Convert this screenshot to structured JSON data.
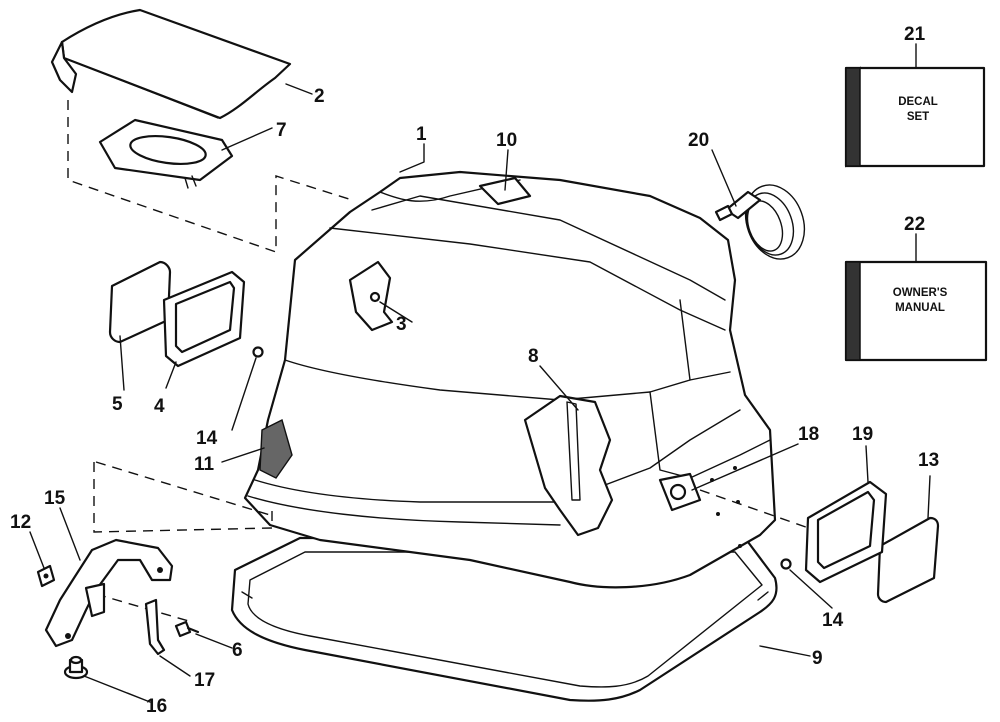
{
  "boxes": {
    "decal_line1": "DECAL",
    "decal_line2": "SET",
    "manual_line1": "OWNER'S",
    "manual_line2": "MANUAL"
  },
  "callouts": {
    "c1": "1",
    "c2": "2",
    "c3": "3",
    "c4": "4",
    "c5": "5",
    "c6": "6",
    "c7": "7",
    "c8": "8",
    "c9": "9",
    "c10": "10",
    "c11": "11",
    "c12": "12",
    "c13": "13",
    "c14a": "14",
    "c14b": "14",
    "c15": "15",
    "c16": "16",
    "c17": "17",
    "c18": "18",
    "c19": "19",
    "c20": "20",
    "c21": "21",
    "c22": "22"
  }
}
